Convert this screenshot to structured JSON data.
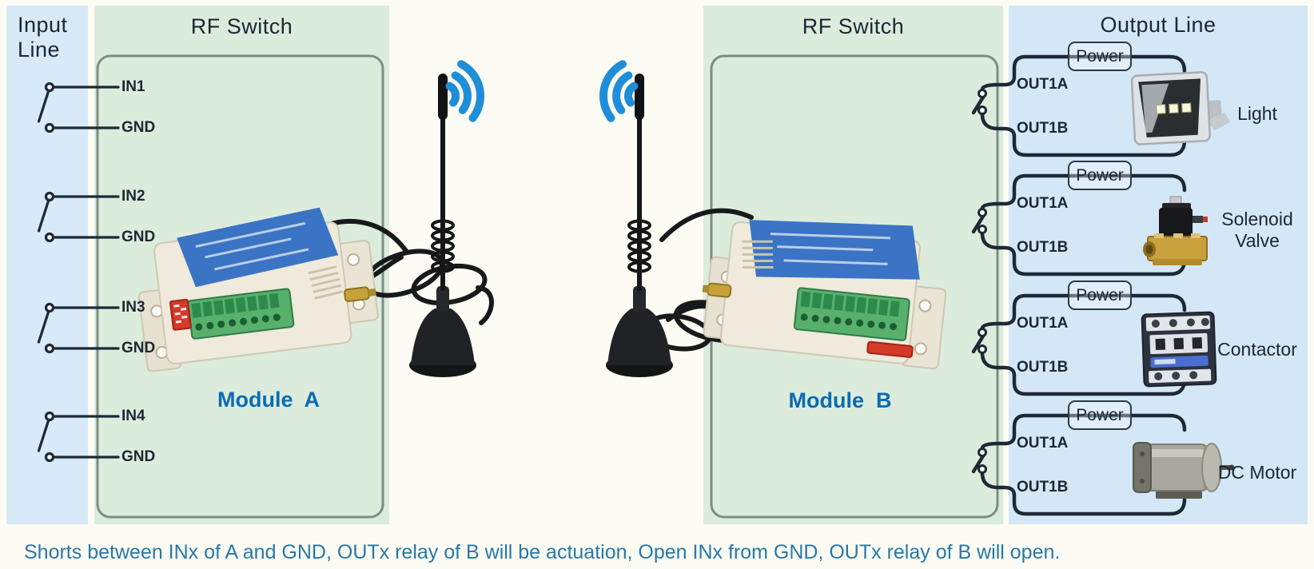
{
  "panels": {
    "input": {
      "title": "Input Line",
      "groups": [
        {
          "in": "IN1",
          "gnd": "GND"
        },
        {
          "in": "IN2",
          "gnd": "GND"
        },
        {
          "in": "IN3",
          "gnd": "GND"
        },
        {
          "in": "IN4",
          "gnd": "GND"
        }
      ]
    },
    "rf_a": {
      "title": "RF Switch",
      "module": "Module  A"
    },
    "rf_b": {
      "title": "RF Switch",
      "module": "Module  B"
    },
    "output": {
      "title": "Output Line",
      "circuits": [
        {
          "power": "Power",
          "out_a": "OUT1A",
          "out_b": "OUT1B",
          "device": "Light"
        },
        {
          "power": "Power",
          "out_a": "OUT1A",
          "out_b": "OUT1B",
          "device": "Solenoid Valve"
        },
        {
          "power": "Power",
          "out_a": "OUT1A",
          "out_b": "OUT1B",
          "device": "Contactor"
        },
        {
          "power": "Power",
          "out_a": "OUT1A",
          "out_b": "OUT1B",
          "device": "DC Motor"
        }
      ]
    }
  },
  "note": {
    "text": "Shorts between INx of A and GND, OUTx relay of B will be actuation, Open INx from GND, OUTx relay of B will open."
  },
  "icons": {
    "radio_waves": "radio-waves-arcs",
    "antenna": "magnetic-base-antenna",
    "wave_color": "#1e8ed8",
    "module_label_color": "#0c6ab4",
    "note_color": "#2878a8"
  }
}
